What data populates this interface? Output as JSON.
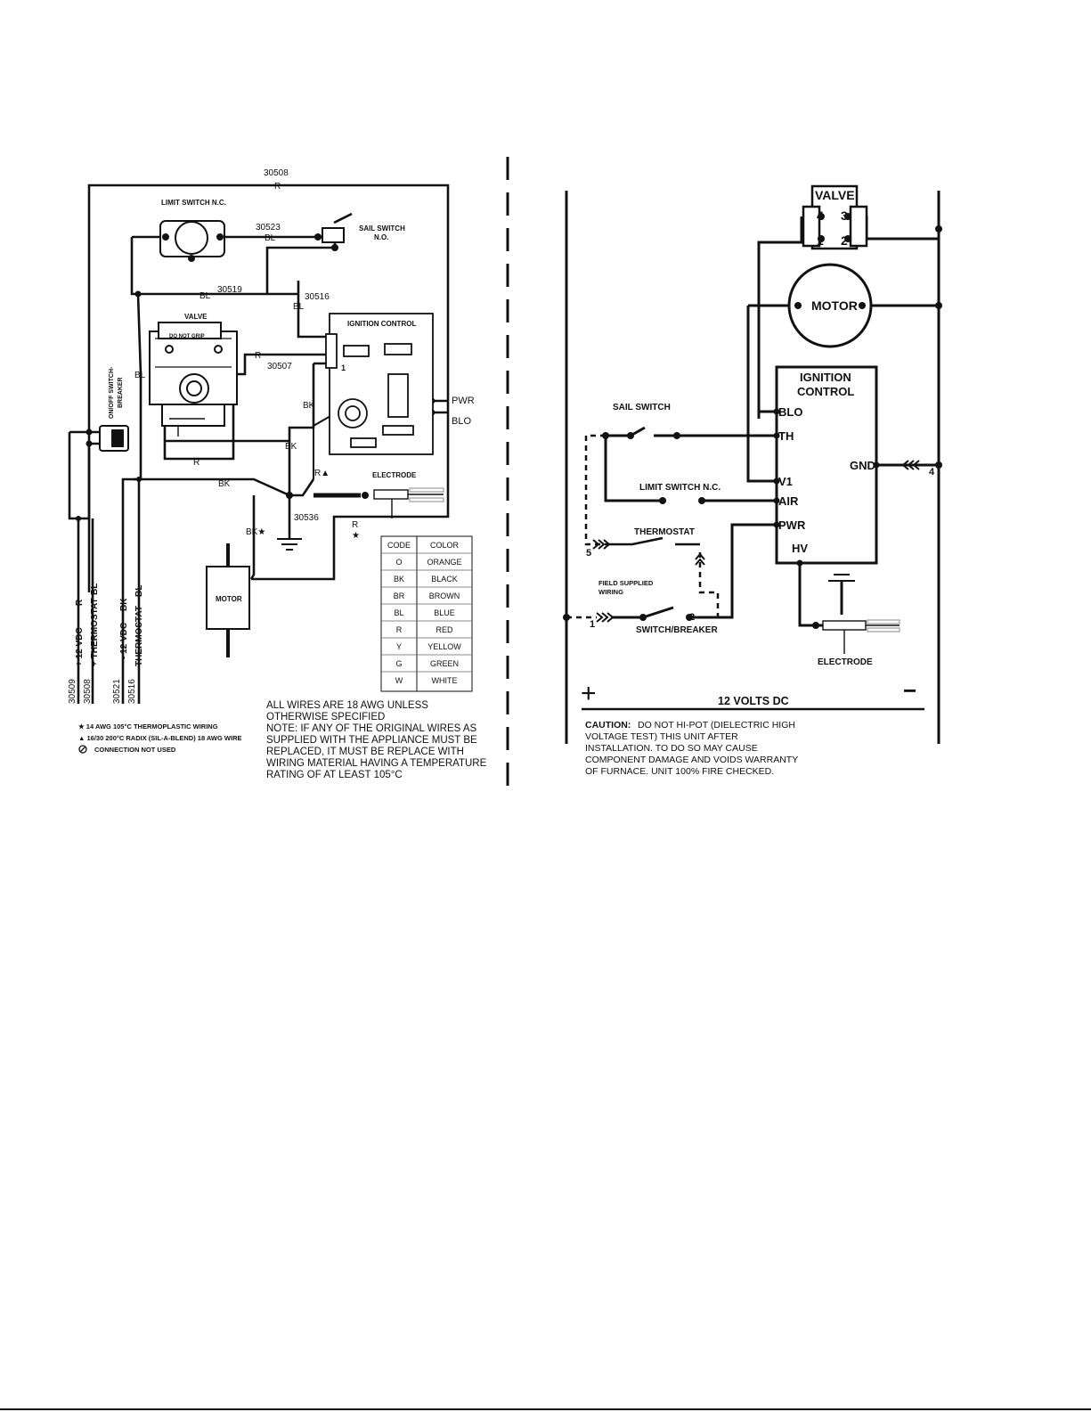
{
  "left_diagram": {
    "wire_labels": {
      "w30508": "30508",
      "r_top": "R",
      "w30523": "30523",
      "bl_30523": "BL",
      "w30519": "30519",
      "bl_30519": "BL",
      "w30516": "30516",
      "bl_30516": "BL",
      "w30507": "30507",
      "r_30507": "R",
      "bl_side": "BL",
      "bk_ctrl": "BK",
      "bk_mid": "BK",
      "r_valve": "R",
      "bk_low": "BK",
      "r_tri": "R▲",
      "w30536": "30536",
      "bk_star": "BK★",
      "r_star": "R",
      "star": "★",
      "pwr": "PWR",
      "blo": "BLO",
      "one": "1"
    },
    "components": {
      "limit_switch": "LIMIT SWITCH N.C.",
      "sail_switch_1": "SAIL SWITCH",
      "sail_switch_2": "N.O.",
      "valve": "VALVE",
      "do_not_grip": "DO NOT GRIP",
      "ignition_control": "IGNITION CONTROL",
      "switch_breaker_1": "ON/OFF SWITCH-",
      "switch_breaker_2": "BREAKER",
      "electrode": "ELECTRODE",
      "motor": "MOTOR"
    },
    "leads": [
      {
        "id": "30509",
        "label": "+ 12 VDC",
        "color": "R"
      },
      {
        "id": "30508",
        "label": "+ THERMOSTAT",
        "color": "BL"
      },
      {
        "id": "30521",
        "label": "- 12 VDC",
        "color": "BK"
      },
      {
        "id": "30516",
        "label": "THERMOSTAT",
        "color": "BL"
      }
    ],
    "legend": [
      "★ 14 AWG 105°C THERMOPLASTIC WIRING",
      "▲ 16/30 200°C RADIX (SIL-A-BLEND) 18 AWG WIRE",
      "CONNECTION NOT USED"
    ],
    "color_code": {
      "headers": [
        "CODE",
        "COLOR"
      ],
      "rows": [
        [
          "O",
          "ORANGE"
        ],
        [
          "BK",
          "BLACK"
        ],
        [
          "BR",
          "BROWN"
        ],
        [
          "BL",
          "BLUE"
        ],
        [
          "R",
          "RED"
        ],
        [
          "Y",
          "YELLOW"
        ],
        [
          "G",
          "GREEN"
        ],
        [
          "W",
          "WHITE"
        ]
      ]
    },
    "note_lines": [
      "ALL WIRES ARE 18 AWG UNLESS",
      "OTHERWISE SPECIFIED",
      "NOTE: IF ANY OF THE ORIGINAL WIRES AS",
      "SUPPLIED WITH THE APPLIANCE MUST BE",
      "REPLACED, IT MUST BE REPLACE WITH",
      "WIRING MATERIAL HAVING A TEMPERATURE",
      "RATING OF AT LEAST 105°C"
    ]
  },
  "right_diagram": {
    "valve": "VALVE",
    "valve_pins": [
      "4",
      "3",
      "1",
      "2"
    ],
    "motor": "MOTOR",
    "ignition_control_1": "IGNITION",
    "ignition_control_2": "CONTROL",
    "terminals": {
      "blo": "BLO",
      "th": "TH",
      "v1": "V1",
      "air": "AIR",
      "pwr": "PWR",
      "hv": "HV",
      "gnd": "GND"
    },
    "sail_switch": "SAIL SWITCH",
    "limit_switch": "LIMIT SWITCH N.C.",
    "thermostat": "THERMOSTAT",
    "field_wiring_1": "FIELD SUPPLIED",
    "field_wiring_2": "WIRING",
    "switch_breaker": "SWITCH/BREAKER",
    "electrode": "ELECTRODE",
    "plus": "+",
    "minus": "−",
    "supply": "12 VOLTS DC",
    "wire_numbers": {
      "n1": "1",
      "n2": "2",
      "n4": "4",
      "n5": "5"
    },
    "caution_label": "CAUTION:",
    "caution_lines": [
      "DO NOT HI-POT (DIELECTRIC HIGH",
      "VOLTAGE TEST) THIS UNIT AFTER",
      "INSTALLATION. TO DO SO MAY CAUSE",
      "COMPONENT DAMAGE AND VOIDS WARRANTY",
      "OF FURNACE. UNIT 100% FIRE CHECKED."
    ]
  }
}
